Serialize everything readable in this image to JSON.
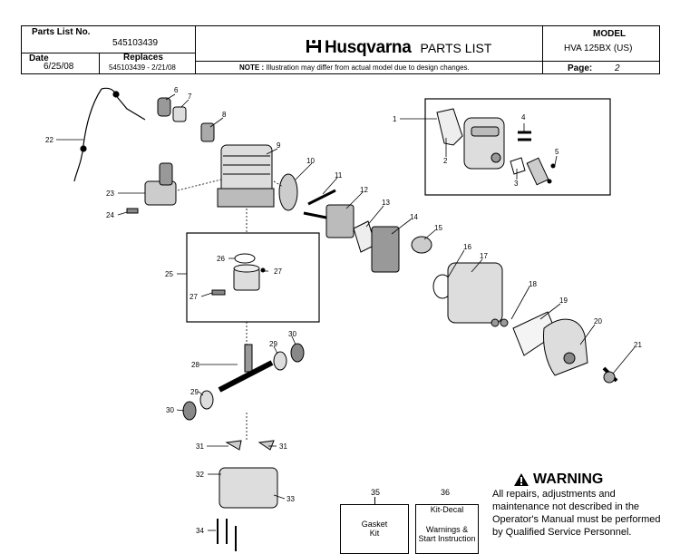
{
  "header": {
    "parts_list_no_label": "Parts List No.",
    "parts_list_no": "545103439",
    "date_label": "Date",
    "date": "6/25/08",
    "replaces_label": "Replaces",
    "replaces": "545103439 - 2/21/08",
    "brand": "Husqvarna",
    "brand_sub": "PARTS LIST",
    "note_label": "NOTE :",
    "note": "Illustration may differ from actual model due to design changes.",
    "model_label": "MODEL",
    "model": "HVA 125BX (US)",
    "page_label": "Page:",
    "page": "2"
  },
  "callouts": [
    "1",
    "2",
    "3",
    "4",
    "5",
    "6",
    "7",
    "8",
    "9",
    "10",
    "11",
    "12",
    "13",
    "14",
    "15",
    "16",
    "17",
    "18",
    "19",
    "20",
    "21",
    "22",
    "23",
    "24",
    "25",
    "26",
    "27",
    "27",
    "28",
    "29",
    "29",
    "30",
    "30",
    "31",
    "31",
    "32",
    "33",
    "34",
    "35",
    "36"
  ],
  "kits": {
    "gasket_number": "35",
    "gasket_line1": "Gasket",
    "gasket_line2": "Kit",
    "decal_number": "36",
    "decal_title": "Kit-Decal",
    "decal_line1": "Warnings &",
    "decal_line2": "Start Instruction"
  },
  "warning": {
    "title": "WARNING",
    "text": "All repairs, adjustments and maintenance not described in the Operator's Manual must be performed by Qualified Service Personnel."
  }
}
